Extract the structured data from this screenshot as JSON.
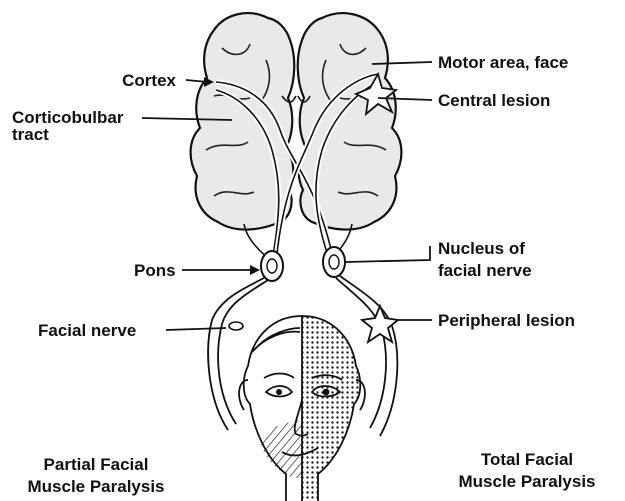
{
  "labels": {
    "cortex": "Cortex",
    "corticobulbar_line1": "Corticobulbar",
    "corticobulbar_line2": "tract",
    "motor_area": "Motor area, face",
    "central_lesion": "Central lesion",
    "pons": "Pons",
    "nucleus_line1": "Nucleus of",
    "nucleus_line2": "facial nerve",
    "facial_nerve": "Facial nerve",
    "peripheral_lesion": "Peripheral lesion"
  },
  "captions": {
    "left_line1": "Partial Facial",
    "left_line2": "Muscle Paralysis",
    "right_line1": "Total Facial",
    "right_line2": "Muscle Paralysis"
  },
  "icons": [
    "central-lesion-star-icon",
    "peripheral-lesion-star-icon"
  ]
}
